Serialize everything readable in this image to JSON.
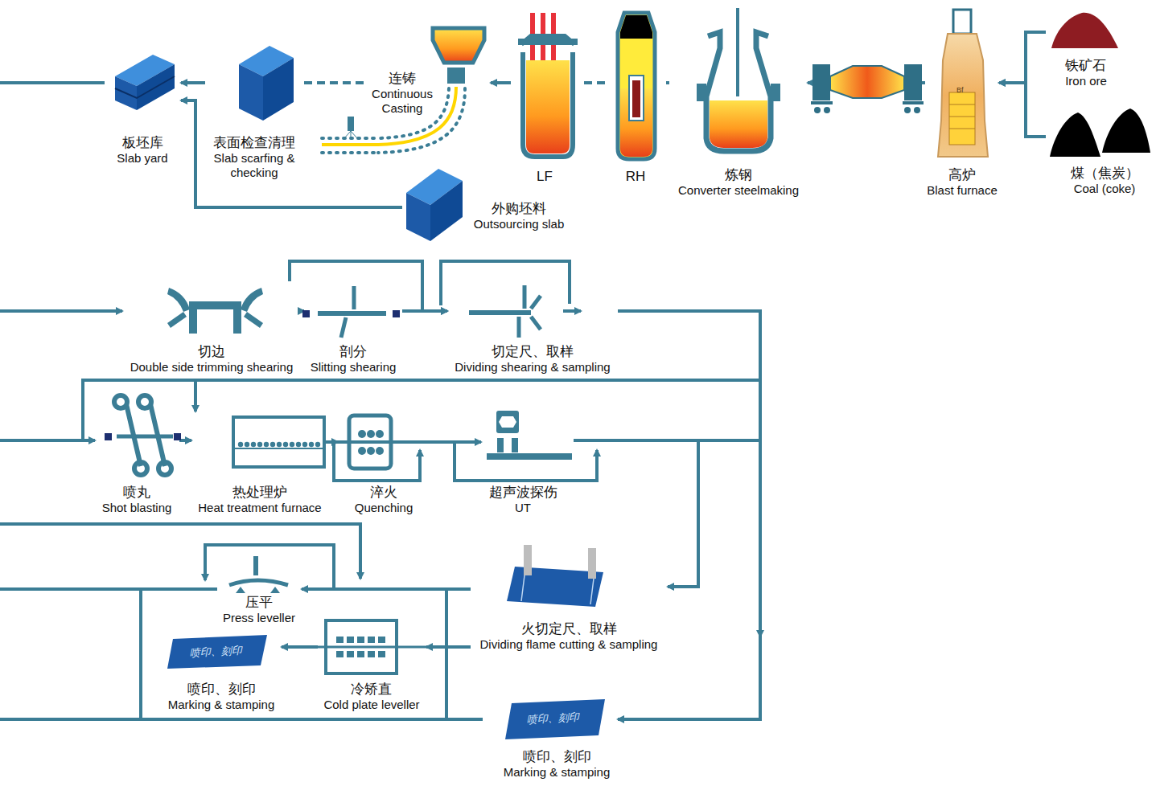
{
  "diagram": {
    "nodes": [
      {
        "text": [
          "铁矿石",
          "Iron ore"
        ]
      },
      {
        "text": [
          "煤（焦炭）",
          "Coal (coke)"
        ]
      },
      {
        "text": [
          "高炉",
          "Blast furnace"
        ]
      },
      {
        "text": [
          "炼钢",
          "Converter steelmaking"
        ]
      },
      {
        "text": [
          "RH"
        ]
      },
      {
        "text": [
          "LF"
        ]
      },
      {
        "text": [
          "连铸",
          "Continuous Casting"
        ]
      },
      {
        "text": [
          "表面检查清理",
          "Slab scarfing & checking"
        ]
      },
      {
        "text": [
          "板坯库",
          "Slab yard"
        ]
      },
      {
        "text": [
          "外购坯料",
          "Outsourcing slab"
        ]
      },
      {
        "text": [
          "切边",
          "Double side trimming shearing"
        ]
      },
      {
        "text": [
          "剖分",
          "Slitting shearing"
        ]
      },
      {
        "text": [
          "切定尺、取样",
          "Dividing shearing & sampling"
        ]
      },
      {
        "text": [
          "喷丸",
          "Shot blasting"
        ]
      },
      {
        "text": [
          "热处理炉",
          "Heat treatment furnace"
        ]
      },
      {
        "text": [
          "淬火",
          "Quenching"
        ]
      },
      {
        "text": [
          "超声波探伤",
          "UT"
        ]
      },
      {
        "text": [
          "压平",
          "Press leveller"
        ]
      },
      {
        "text": [
          "火切定尺、取样",
          "Dividing flame cutting & sampling"
        ]
      },
      {
        "text": [
          "喷印、刻印",
          "Marking & stamping"
        ]
      },
      {
        "text": [
          "冷矫直",
          "Cold plate leveller"
        ]
      },
      {
        "text": [
          "喷印、刻印",
          "Marking & stamping"
        ]
      }
    ],
    "edges": [
      {
        "from": 0,
        "to": 2,
        "arrow": "to"
      },
      {
        "from": 1,
        "to": 2,
        "arrow": "to"
      },
      {
        "from": 2,
        "to": 3,
        "arrow": "to"
      },
      {
        "from": 3,
        "to": 4,
        "arrow": "none"
      },
      {
        "from": 4,
        "to": 5,
        "arrow": "none"
      },
      {
        "from": 5,
        "to": 6,
        "arrow": "to"
      },
      {
        "from": 6,
        "to": 7,
        "arrow": "none"
      },
      {
        "from": 7,
        "to": 8,
        "arrow": "to"
      },
      {
        "from": 9,
        "to": 8,
        "arrow": "to"
      },
      {
        "from": 8,
        "to": 10,
        "arrow": "to"
      },
      {
        "from": 10,
        "to": 11,
        "arrow": "to"
      },
      {
        "from": 10,
        "to": 12,
        "arrow": "to"
      },
      {
        "from": 11,
        "to": 12,
        "arrow": "to"
      },
      {
        "from": 12,
        "to": 13,
        "arrow": "to"
      },
      {
        "from": 12,
        "to": 14,
        "arrow": "to"
      },
      {
        "from": 12,
        "to": 21,
        "arrow": "to"
      },
      {
        "from": 13,
        "to": 14,
        "arrow": "to"
      },
      {
        "from": 14,
        "to": 15,
        "arrow": "to"
      },
      {
        "from": 15,
        "to": 16,
        "arrow": "to"
      },
      {
        "from": 16,
        "to": 18,
        "arrow": "to"
      },
      {
        "from": 18,
        "to": 17,
        "arrow": "to"
      },
      {
        "from": 18,
        "to": 20,
        "arrow": "to"
      },
      {
        "from": 20,
        "to": 19,
        "arrow": "to"
      }
    ],
    "labels": [
      "Bf",
      "喷印、刻印",
      "喷印、刻印"
    ]
  }
}
